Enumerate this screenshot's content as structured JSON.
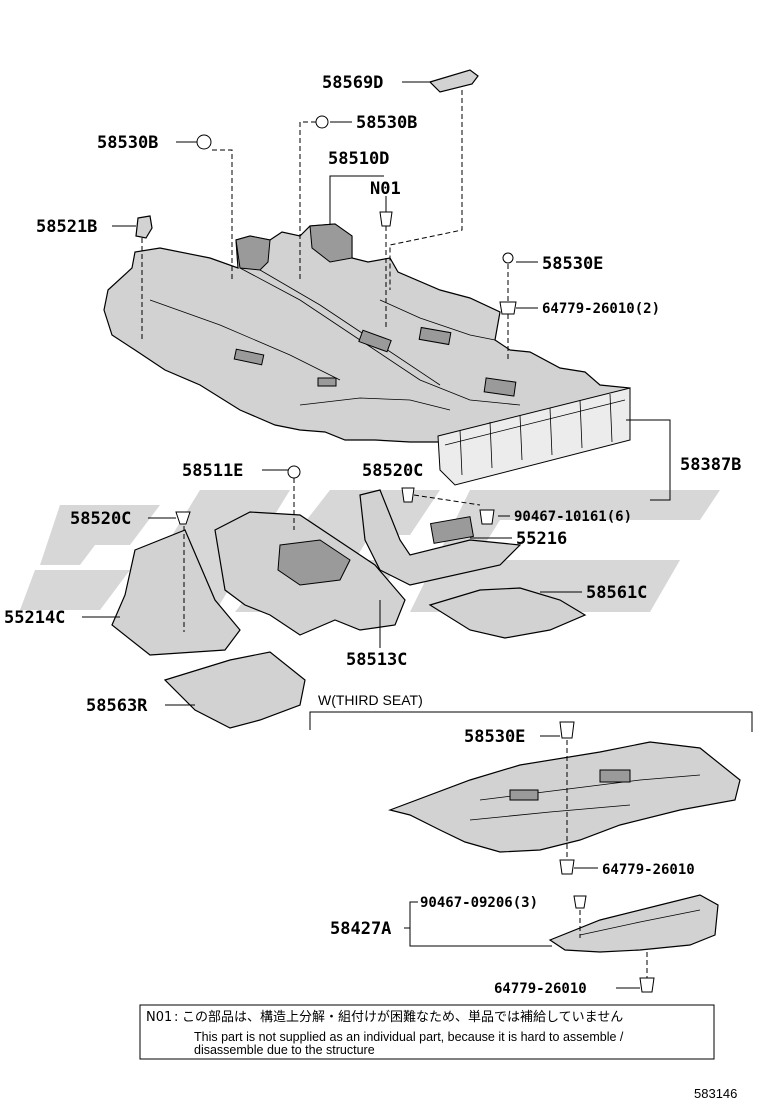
{
  "labels": {
    "p58569D": "58569D",
    "p58530B_top": "58530B",
    "p58530B_left": "58530B",
    "p58510D": "58510D",
    "n01_ref": "N01",
    "p58521B": "58521B",
    "p58530E_top": "58530E",
    "p64779_26010_2": "64779-26010(2)",
    "p58387B": "58387B",
    "p58511E": "58511E",
    "p58520C_mid": "58520C",
    "p90467_10161_6": "90467-10161(6)",
    "p58520C_left": "58520C",
    "p55216": "55216",
    "p55214C": "55214C",
    "p58561C": "58561C",
    "p58513C": "58513C",
    "p58563R": "58563R",
    "p58530E_third": "58530E",
    "p64779_26010_third": "64779-26010",
    "p90467_09206_3": "90467-09206(3)",
    "p58427A": "58427A",
    "p64779_26010_bottom": "64779-26010"
  },
  "sections": {
    "third_seat": "W(THIRD SEAT)"
  },
  "note": {
    "code": "N01",
    "separator": ":",
    "japanese": "この部品は、構造上分解・組付けが困難なため、単品では補給していません",
    "english_line1": "This part is not supplied as an individual part, because it is hard to assemble /",
    "english_line2": "disassemble due to the structure"
  },
  "drawing_number": "583146",
  "colors": {
    "line": "#000000",
    "part_fill": "#d2d2d2",
    "part_shadow": "#9a9a9a",
    "watermark": "#c9c9c9"
  }
}
